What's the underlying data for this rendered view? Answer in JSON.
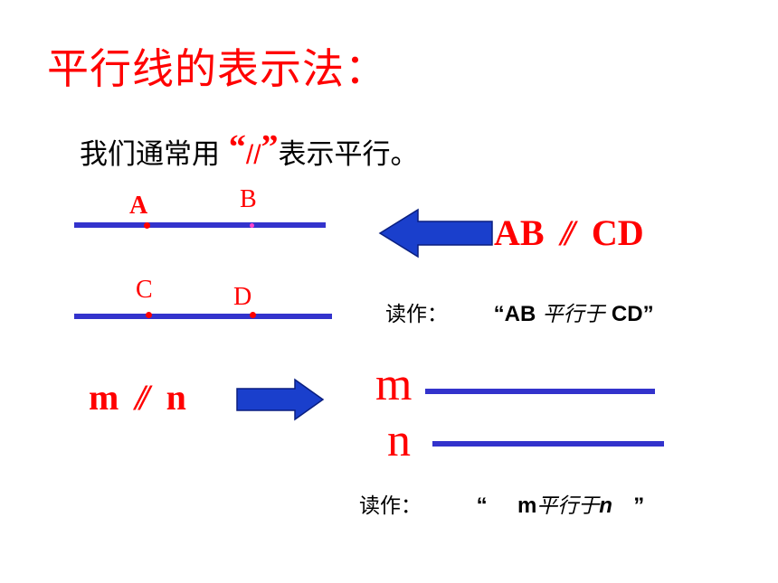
{
  "title": "平行线的表示法：",
  "intro": {
    "before": "我们通常用",
    "open_quote": "“",
    "symbol": "//",
    "close_quote": "”",
    "after": "表示平行。"
  },
  "points": {
    "a": "A",
    "b": "B",
    "c": "C",
    "d": "D"
  },
  "notation_ab": {
    "left": "AB",
    "symbol": "//",
    "right": "CD"
  },
  "read_ab": {
    "prefix": "读作：",
    "open_quote": "“",
    "left": "AB",
    "middle": "平行于",
    "right": "CD",
    "close_quote": "”"
  },
  "notation_mn": {
    "left": "m",
    "symbol": "//",
    "right": "n"
  },
  "line_labels": {
    "m": "m",
    "n": "n"
  },
  "read_mn": {
    "prefix": "读作：",
    "open_quote": "“",
    "left": "m",
    "middle": "平行于",
    "right": "n",
    "close_quote": "”"
  },
  "colors": {
    "red": "#ff0000",
    "line_blue": "#3333cc",
    "arrow_blue": "#1a3fcc"
  }
}
